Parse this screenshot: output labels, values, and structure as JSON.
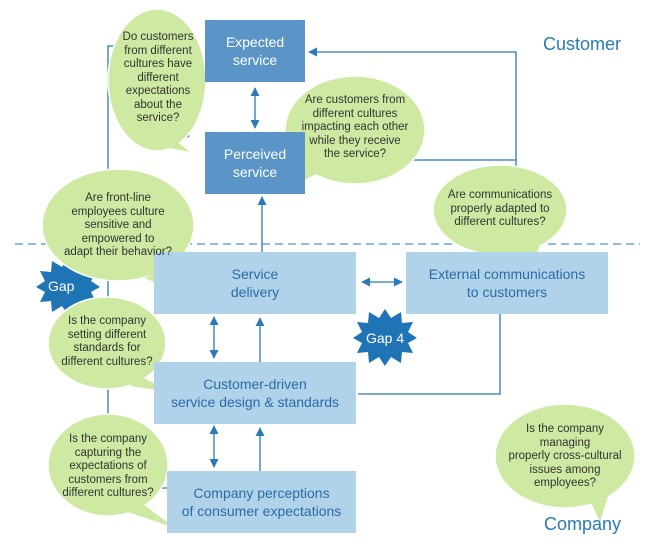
{
  "labels": {
    "customer": "Customer",
    "company": "Company"
  },
  "boxes": {
    "expected_service": "Expected\nservice",
    "perceived_service": "Perceived\nservice",
    "service_delivery": "Service\ndelivery",
    "external_communications": "External communications\nto customers",
    "service_design": "Customer-driven\nservice design & standards",
    "company_perceptions": "Company perceptions\nof consumer expectations"
  },
  "bubbles": {
    "expectations_question": "Do customers\nfrom different\ncultures have\ndifferent\nexpectations\nabout the\nservice?",
    "impact_question": "Are customers from\ndifferent cultures\nimpacting each other\nwhile they receive\nthe service?",
    "communications_question": "Are communications\nproperly adapted to\ndifferent cultures?",
    "employees_question": "Are front-line\nemployees culture\nsensitive and\nempowered to\nadapt their behavior?",
    "standards_question": "Is the company\nsetting different\nstandards for\ndifferent cultures?",
    "capturing_question": "Is the company\ncapturing the\nexpectations of\ncustomers from\ndifferent cultures?",
    "cross_cultural_question": "Is the company\nmanaging\nproperly cross-cultural\nissues among\nemployees?"
  },
  "gaps": {
    "gap_3": "Gap",
    "gap_4": "Gap 4"
  },
  "colors": {
    "dark_box": "#5b95c7",
    "light_box": "#b1d3ea",
    "bubble": "#cde9a2",
    "starburst": "#1e74b4",
    "line": "#2a7ab8"
  }
}
